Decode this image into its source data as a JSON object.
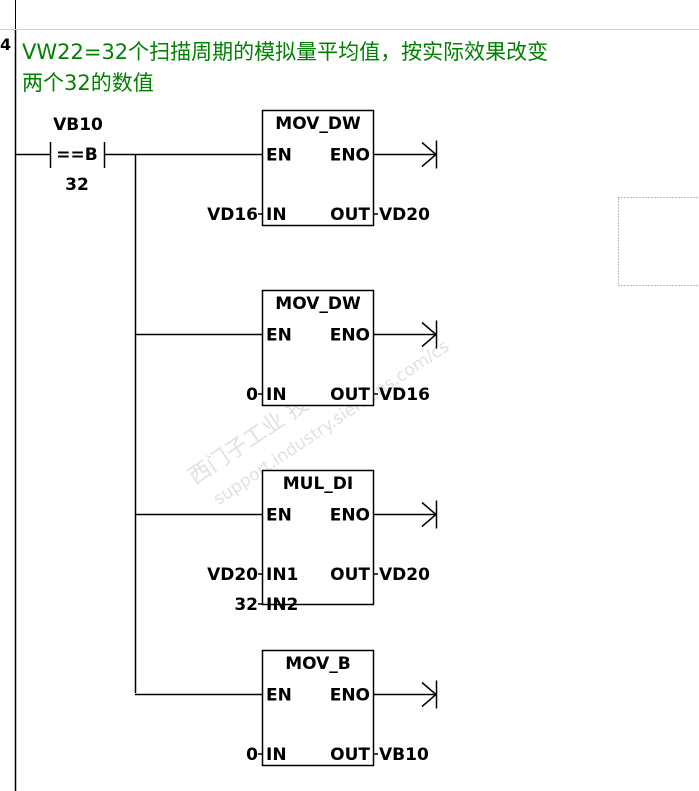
{
  "network": {
    "number": "4",
    "comment_line1": "VW22=32个扫描周期的模拟量平均值，按实际效果改变",
    "comment_line2": "两个32的数值"
  },
  "contact": {
    "operand": "VB10",
    "compare": "==B",
    "value": "32"
  },
  "blocks": [
    {
      "title": "MOV_DW",
      "en": "EN",
      "eno": "ENO",
      "in_pins": [
        {
          "name": "IN",
          "operand": "VD16"
        }
      ],
      "out_pin": {
        "name": "OUT",
        "operand": "VD20"
      }
    },
    {
      "title": "MOV_DW",
      "en": "EN",
      "eno": "ENO",
      "in_pins": [
        {
          "name": "IN",
          "operand": "0"
        }
      ],
      "out_pin": {
        "name": "OUT",
        "operand": "VD16"
      }
    },
    {
      "title": "MUL_DI",
      "en": "EN",
      "eno": "ENO",
      "in_pins": [
        {
          "name": "IN1",
          "operand": "VD20"
        },
        {
          "name": "IN2",
          "operand": "32"
        }
      ],
      "out_pin": {
        "name": "OUT",
        "operand": "VD20"
      }
    },
    {
      "title": "MOV_B",
      "en": "EN",
      "eno": "ENO",
      "in_pins": [
        {
          "name": "IN",
          "operand": "0"
        }
      ],
      "out_pin": {
        "name": "OUT",
        "operand": "VB10"
      }
    }
  ],
  "watermark": {
    "line1": "西门子工业 技术论坛",
    "line2": "support.industry.siemens.com/cs"
  }
}
